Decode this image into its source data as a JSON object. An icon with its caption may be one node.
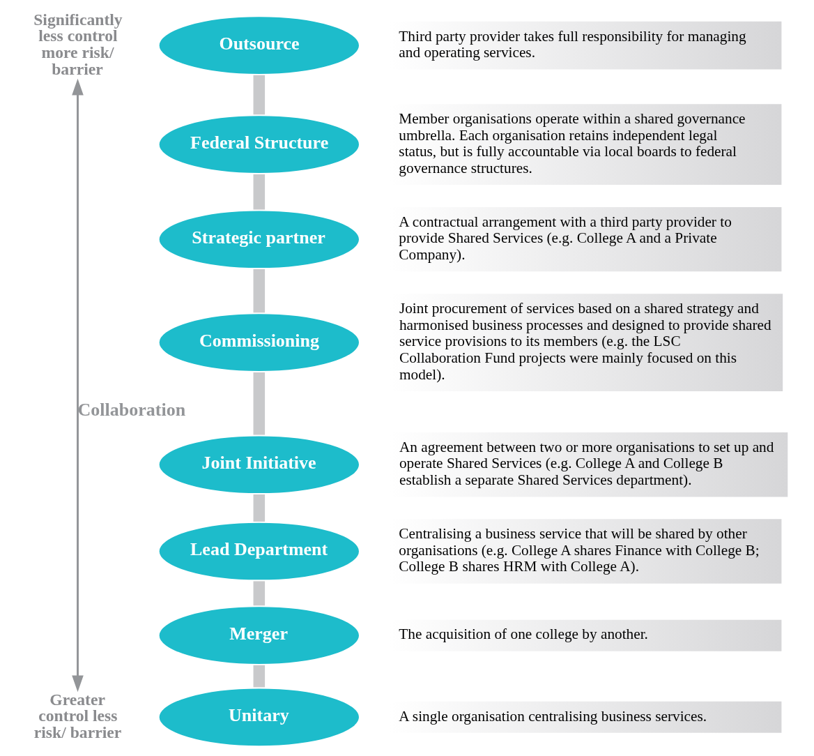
{
  "diagram": {
    "nodes": [
      {
        "text": [
          "Significantly less control more risk/ barrier"
        ]
      },
      {
        "text": [
          "Outsource"
        ]
      },
      {
        "text": [
          "Third party provider takes full responsibility for managing and operating services."
        ]
      },
      {
        "text": [
          "Federal Structure"
        ]
      },
      {
        "text": [
          "Member organisations operate within a shared governance umbrella. Each organisation retains independent legal status, but is fully accountable via local boards to federal governance structures."
        ]
      },
      {
        "text": [
          "Strategic partner"
        ]
      },
      {
        "text": [
          "A contractual arrangement with a third party provider to provide Shared Services (e.g. College A and a Private Company)."
        ]
      },
      {
        "text": [
          "Commissioning"
        ]
      },
      {
        "text": [
          "Joint procurement of services based on a shared strategy and harmonised business processes and designed to provide shared service provisions to its members (e.g. the LSC Collaboration Fund projects were mainly focused on this model)."
        ]
      },
      {
        "text": [
          "Joint Initiative"
        ]
      },
      {
        "text": [
          "An agreement between two or more organisations to set up and operate Shared Services (e.g. College A and College B establish a separate Shared Services department)."
        ]
      },
      {
        "text": [
          "Lead Department"
        ]
      },
      {
        "text": [
          "Centralising a business service that will be shared by other organisations (e.g. College A shares Finance with College B; College B shares HRM with College A)."
        ]
      },
      {
        "text": [
          "Merger"
        ]
      },
      {
        "text": [
          "The acquisition of one college by another."
        ]
      },
      {
        "text": [
          "Unitary"
        ]
      },
      {
        "text": [
          "A single organisation centralising business services."
        ]
      },
      {
        "text": [
          "Greater control less risk/ barrier"
        ]
      }
    ],
    "edges": [
      {
        "from": 1,
        "to": 3,
        "arrow": "none"
      },
      {
        "from": 3,
        "to": 5,
        "arrow": "none"
      },
      {
        "from": 5,
        "to": 7,
        "arrow": "none"
      },
      {
        "from": 7,
        "to": 9,
        "arrow": "none"
      },
      {
        "from": 9,
        "to": 11,
        "arrow": "none"
      },
      {
        "from": 11,
        "to": 13,
        "arrow": "none"
      },
      {
        "from": 13,
        "to": 15,
        "arrow": "none"
      },
      {
        "from": 17,
        "to": 0,
        "arrow": "both",
        "label": "Collaboration",
        "color": "#939598"
      }
    ]
  }
}
